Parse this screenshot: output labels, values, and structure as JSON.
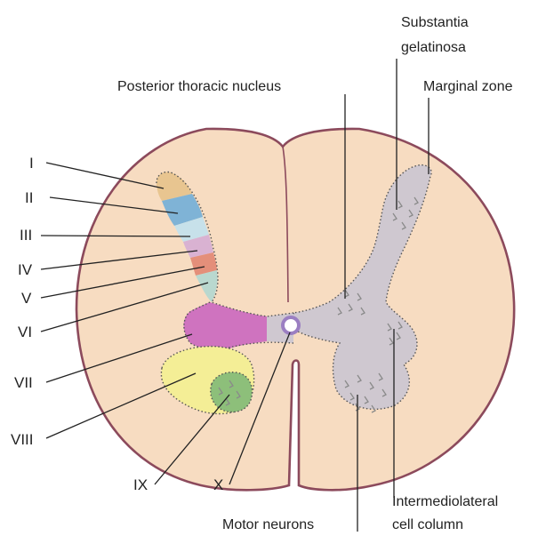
{
  "diagram": {
    "colors": {
      "outline": "#8c4a5c",
      "white_matter": "#f7dcc1",
      "gray_matter": "#cfc8d0",
      "lamina_I": "#e8c590",
      "lamina_II": "#7fb3d6",
      "lamina_III": "#c7e1ea",
      "lamina_IV": "#d9b2d2",
      "lamina_V": "#e48f7a",
      "lamina_VI": "#b9d8cf",
      "lamina_VII": "#cf73bf",
      "lamina_VIII": "#f4ee96",
      "lamina_IX": "#8dbf7a",
      "lamina_X": "#9b7fc2"
    },
    "laminae": [
      {
        "id": "I",
        "label": "I"
      },
      {
        "id": "II",
        "label": "II"
      },
      {
        "id": "III",
        "label": "III"
      },
      {
        "id": "IV",
        "label": "IV"
      },
      {
        "id": "V",
        "label": "V"
      },
      {
        "id": "VI",
        "label": "VI"
      },
      {
        "id": "VII",
        "label": "VII"
      },
      {
        "id": "VIII",
        "label": "VIII"
      },
      {
        "id": "IX",
        "label": "IX"
      },
      {
        "id": "X",
        "label": "X"
      }
    ],
    "labels": {
      "substantia_line1": "Substantia",
      "substantia_line2": "gelatinosa",
      "posterior_thoracic": "Posterior thoracic nucleus",
      "marginal_zone": "Marginal zone",
      "intermediolateral_line1": "Intermediolateral",
      "intermediolateral_line2": "cell column",
      "motor_neurons": "Motor neurons"
    }
  }
}
